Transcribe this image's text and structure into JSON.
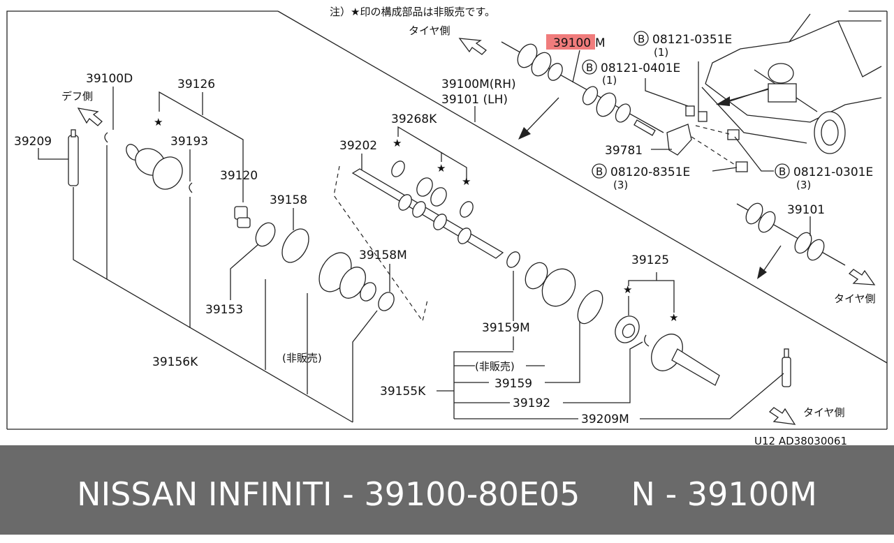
{
  "diagram": {
    "note": "注）★印の構成部品は非販売です。",
    "highlight_color": "#f07c7c",
    "direction_labels": {
      "tire_side": "タイヤ側",
      "diff_side": "デフ側"
    },
    "parts": {
      "p39100M_base": "39100",
      "p39100M_suffix": "M",
      "p39100D": "39100D",
      "p39126": "39126",
      "p39209": "39209",
      "p39193": "39193",
      "p39120": "39120",
      "p39158": "39158",
      "p39153": "39153",
      "p39156K": "39156K",
      "p39158M": "39158M",
      "p39202": "39202",
      "p39268K": "39268K",
      "p39100M_rh": "39100M(RH)",
      "p39101_lh": "39101 (LH)",
      "p39159M": "39159M",
      "p39125": "39125",
      "p39155K": "39155K",
      "p39159": "39159",
      "p39192": "39192",
      "p39209M": "39209M",
      "p39781": "39781",
      "p39101": "39101",
      "not_for_sale": "(非販売)"
    },
    "bolts": {
      "b0351": {
        "code": "08121-0351E",
        "qty": "(1)"
      },
      "b0401": {
        "code": "08121-0401E",
        "qty": "(1)"
      },
      "b8351": {
        "code": "08120-8351E",
        "qty": "(3)"
      },
      "b0301": {
        "code": "08121-0301E",
        "qty": "(3)"
      }
    },
    "bolt_prefix": "B",
    "footer_code": "U12 AD38030061"
  },
  "footer": {
    "title": "NISSAN INFINITI - 39100-80E05     N - 39100M"
  }
}
